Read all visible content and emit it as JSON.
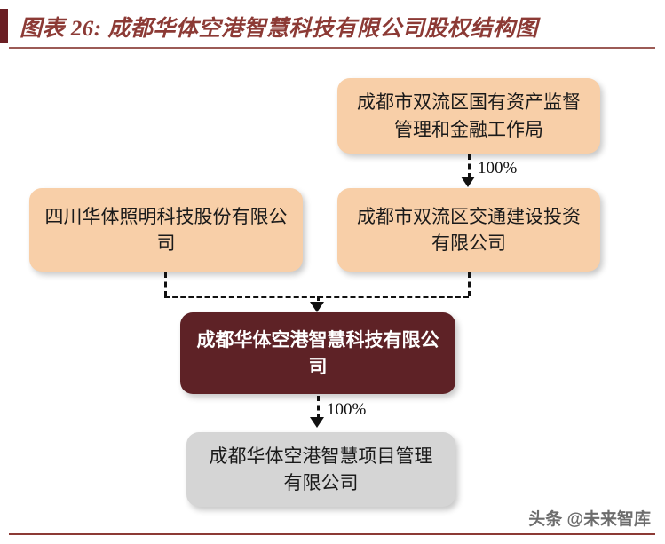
{
  "header": {
    "figure_label": "图表 26:",
    "title": "图表 26: 成都华体空港智慧科技有限公司股权结构图",
    "accent_color": "#6B1F24",
    "title_color": "#8C3A35",
    "rule_color": "#9C5B56"
  },
  "diagram": {
    "type": "org-chart",
    "nodes": [
      {
        "id": "sasac",
        "label": "成都市双流区国有资产监督管理和金融工作局",
        "lines": [
          "成都市双流区国有资产",
          "监督管理和金融工作局"
        ],
        "fill": "#F8CFA8",
        "text_color": "#1a1a1a",
        "role": "government-regulator"
      },
      {
        "id": "huati",
        "label": "四川华体照明科技股份有限公司",
        "lines": [
          "四川华体照明科技股份",
          "有限公司"
        ],
        "fill": "#F8CFA8",
        "text_color": "#1a1a1a",
        "role": "shareholder"
      },
      {
        "id": "jiaotou",
        "label": "成都市双流区交通建设投资有限公司",
        "lines": [
          "成都市双流区交通建设",
          "投资有限公司"
        ],
        "fill": "#F8CFA8",
        "text_color": "#1a1a1a",
        "role": "shareholder"
      },
      {
        "id": "center",
        "label": "成都华体空港智慧科技有限公司",
        "lines": [
          "成都华体空港智慧科技",
          "有限公司"
        ],
        "fill": "#5E2226",
        "text_color": "#FFFFFF",
        "role": "subject-company"
      },
      {
        "id": "project",
        "label": "成都华体空港智慧项目管理有限公司",
        "lines": [
          "成都华体空港智慧项目",
          "管理有限公司"
        ],
        "fill": "#D5D5D5",
        "text_color": "#1a1a1a",
        "role": "subsidiary"
      }
    ],
    "edges": [
      {
        "id": "e1",
        "from": "sasac",
        "to": "jiaotou",
        "label": "100%",
        "style": "dashed-arrow"
      },
      {
        "id": "e2",
        "from": "huati+jiaotou",
        "to": "center",
        "label": "",
        "style": "dashed-bracket-arrow"
      },
      {
        "id": "e3",
        "from": "center",
        "to": "project",
        "label": "100%",
        "style": "dashed-arrow"
      }
    ]
  },
  "watermark": {
    "text": "头条 @未来智库"
  },
  "footer": {
    "rule_color": "#8C3A35"
  }
}
